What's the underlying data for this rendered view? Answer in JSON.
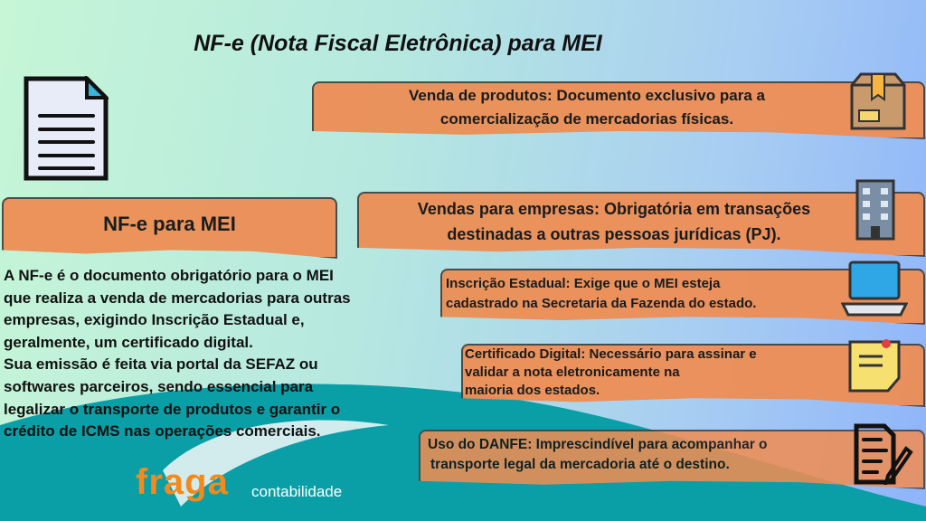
{
  "title": "NF-e (Nota Fiscal Eletrônica) para MEI",
  "left": {
    "heading": "NF-e para MEI",
    "paragraph_lines": [
      "A NF-e é o documento obrigatório para o MEI",
      "que realiza a venda de mercadorias para outras",
      "empresas, exigindo Inscrição Estadual e,",
      "geralmente, um certificado digital.",
      "Sua emissão é feita via portal da SEFAZ ou",
      "softwares parceiros, sendo essencial para",
      "legalizar o transporte de produtos e garantir o",
      "crédito de ICMS nas operações comerciais."
    ]
  },
  "items": [
    {
      "lines": [
        "Venda de produtos: Documento exclusivo para a",
        "comercialização de mercadorias físicas."
      ],
      "icon": "package-icon"
    },
    {
      "lines": [
        "Vendas para empresas: Obrigatória em transações",
        "destinadas a outras pessoas jurídicas (PJ)."
      ],
      "icon": "building-icon"
    },
    {
      "lines": [
        "Inscrição Estadual: Exige que o MEI esteja",
        "cadastrado na Secretaria da Fazenda do estado."
      ],
      "icon": "laptop-icon"
    },
    {
      "lines": [
        "Certificado Digital: Necessário para assinar e",
        "validar a nota eletronicamente na",
        "maioria dos estados."
      ],
      "icon": "sticky-note-icon"
    },
    {
      "lines": [
        "Uso do DANFE: Imprescindível para acompanhar o",
        "transporte legal da mercadoria até o destino."
      ],
      "icon": "document-pen-icon"
    }
  ],
  "logo": {
    "brand": "fraga",
    "sub": "contabilidade"
  },
  "colors": {
    "banner": "#ee8e55",
    "wave": "#0a9fa6"
  }
}
